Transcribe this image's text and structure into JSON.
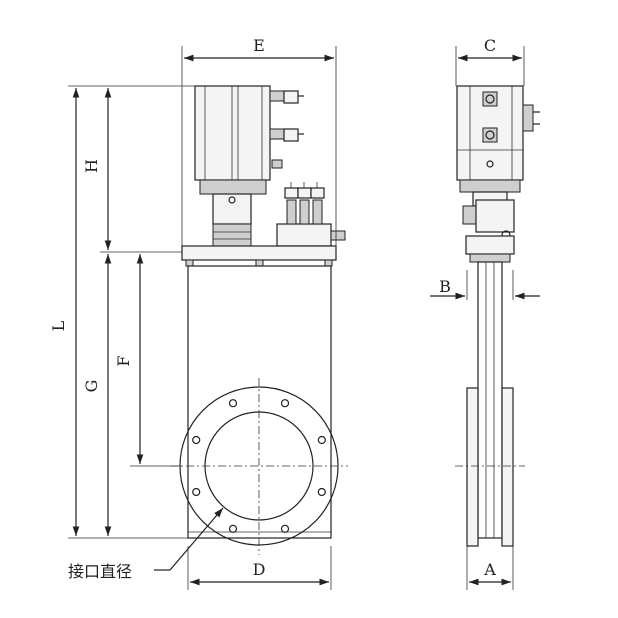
{
  "dimensions": {
    "E": "E",
    "C": "C",
    "H": "H",
    "L": "L",
    "G": "G",
    "F": "F",
    "B": "B",
    "D": "D",
    "A": "A"
  },
  "annotation": {
    "port_diameter": "接口直径"
  }
}
